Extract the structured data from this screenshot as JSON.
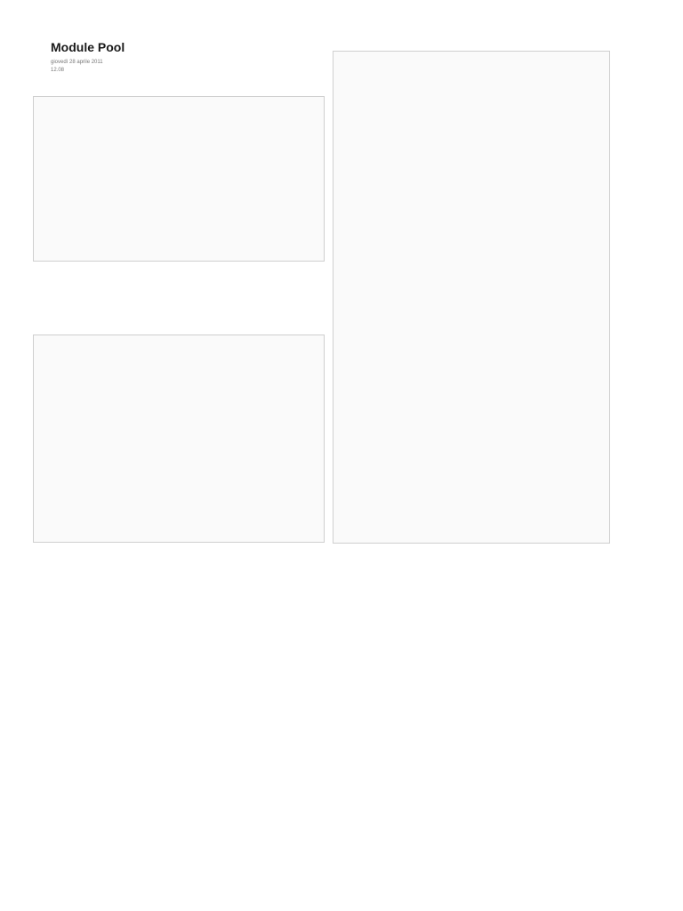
{
  "page": {
    "title": "Module Pool",
    "date": "giovedì 28 aprile 2011",
    "time": "12.08"
  }
}
